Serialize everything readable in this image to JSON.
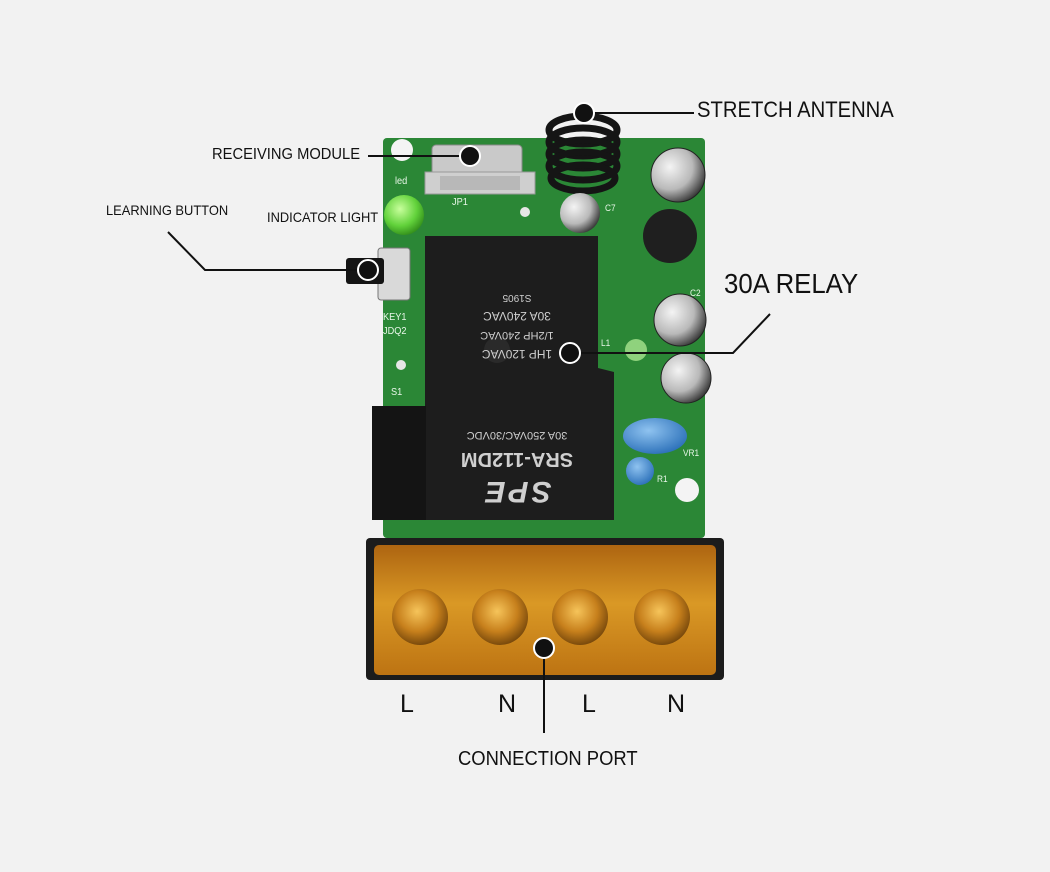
{
  "labels": {
    "stretch_antenna": "STRETCH ANTENNA",
    "receiving_module": "RECEIVING MODULE",
    "learning_button": "LEARNING BUTTON",
    "indicator_light": "INDICATOR LIGHT",
    "relay": "30A RELAY",
    "connection_port": "CONNECTION PORT"
  },
  "terminals": [
    "L",
    "N",
    "L",
    "N"
  ],
  "board_silkscreen": {
    "led": "led",
    "jp1": "JP1",
    "key1": "KEY1",
    "jdq2": "JDQ2",
    "s1": "S1",
    "l1": "L1",
    "c2": "C2",
    "r1": "R1",
    "vr1": "VR1",
    "c7": "C7"
  },
  "relay_markings": {
    "line1": "S1905",
    "line2": "30A 240VAC",
    "line3": "1/2HP 240VAC",
    "line4": "1HP 120VAC",
    "line5": "30A 250VAC/30VDC",
    "model": "SRA-112DM",
    "brand": "SPE"
  },
  "colors": {
    "pcb": "#2f8f3a",
    "terminal_block": "#e39a1c",
    "relay": "#1d1d1d",
    "led": "#6ee04a",
    "background": "#f2f2f2"
  }
}
